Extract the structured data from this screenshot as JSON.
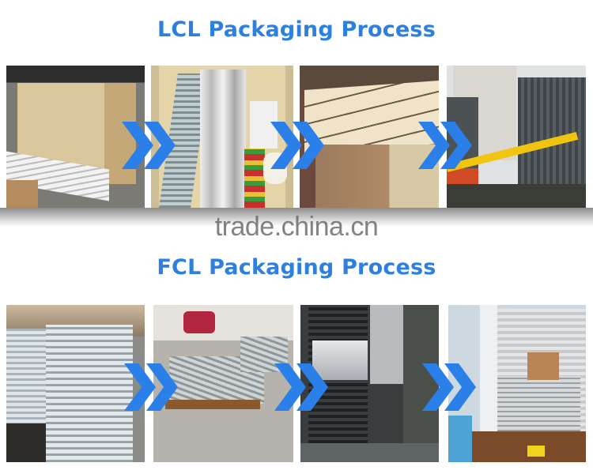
{
  "sections": [
    {
      "title": "LCL Packaging Process",
      "steps": [
        {
          "label": "plywood-crate-with-pvc-tubes"
        },
        {
          "label": "crate-packed-with-panels-and-accessories"
        },
        {
          "label": "sealed-plywood-crate"
        },
        {
          "label": "forklift-loading-container"
        }
      ]
    },
    {
      "title": "FCL Packaging Process",
      "steps": [
        {
          "label": "stacked-galvanized-wire-mesh"
        },
        {
          "label": "wire-mesh-on-wooden-pallets"
        },
        {
          "label": "loading-into-container"
        },
        {
          "label": "loaded-container-on-truck"
        }
      ]
    }
  ],
  "watermark": "trade.china.cn",
  "arrow_icon": "double-chevron-right-icon",
  "colors": {
    "title": "#2d7fe0",
    "arrow": "#2b7fe8",
    "watermark": "#5a5a5a"
  }
}
